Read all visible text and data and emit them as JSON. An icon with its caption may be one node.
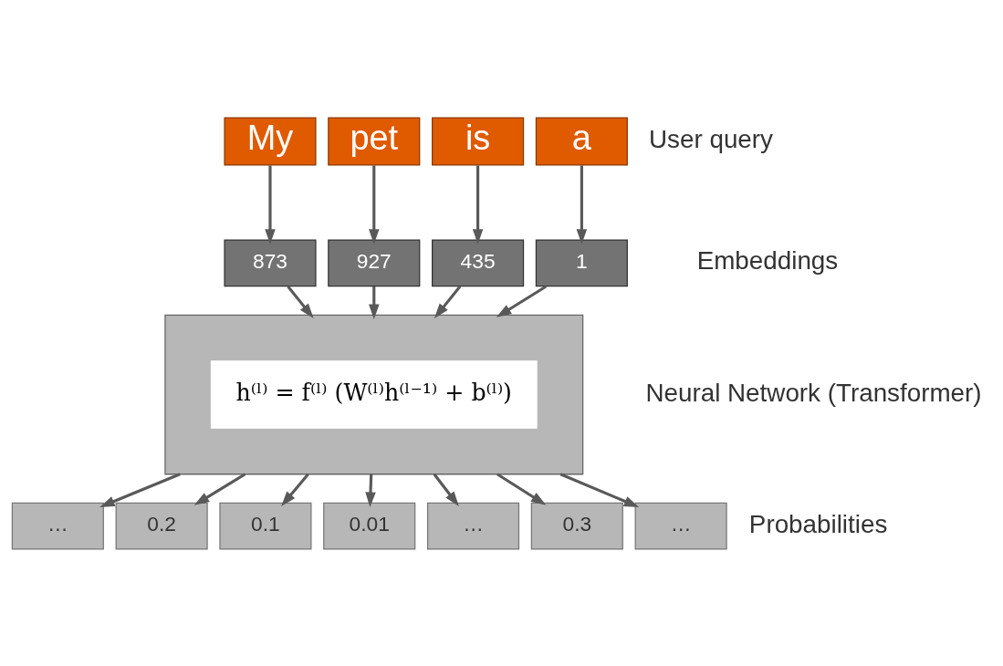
{
  "diagram": {
    "nodes": [
      {
        "text": [
          "My"
        ]
      },
      {
        "text": [
          "pet"
        ]
      },
      {
        "text": [
          "is"
        ]
      },
      {
        "text": [
          "a"
        ]
      },
      {
        "text": [
          "873"
        ]
      },
      {
        "text": [
          "927"
        ]
      },
      {
        "text": [
          "435"
        ]
      },
      {
        "text": [
          "1"
        ]
      },
      {
        "text": [],
        "shape": "box"
      },
      {
        "text": [
          "h⁽ˡ⁾ = f⁽ˡ⁾ (W⁽ˡ⁾h⁽ˡ⁻¹⁾ + b⁽ˡ⁾)"
        ],
        "in": 8
      },
      {
        "text": [
          "…"
        ]
      },
      {
        "text": [
          "0.2"
        ]
      },
      {
        "text": [
          "0.1"
        ]
      },
      {
        "text": [
          "0.01"
        ]
      },
      {
        "text": [
          "…"
        ]
      },
      {
        "text": [
          "0.3"
        ]
      },
      {
        "text": [
          "…"
        ]
      }
    ],
    "edges": [
      {
        "from": 0,
        "to": 4,
        "arrow": "to"
      },
      {
        "from": 1,
        "to": 5,
        "arrow": "to"
      },
      {
        "from": 2,
        "to": 6,
        "arrow": "to"
      },
      {
        "from": 3,
        "to": 7,
        "arrow": "to"
      },
      {
        "from": 4,
        "to": 8,
        "arrow": "to"
      },
      {
        "from": 5,
        "to": 8,
        "arrow": "to"
      },
      {
        "from": 6,
        "to": 8,
        "arrow": "to"
      },
      {
        "from": 7,
        "to": 8,
        "arrow": "to"
      },
      {
        "from": 8,
        "to": 10,
        "arrow": "to"
      },
      {
        "from": 8,
        "to": 11,
        "arrow": "to"
      },
      {
        "from": 8,
        "to": 12,
        "arrow": "to"
      },
      {
        "from": 8,
        "to": 13,
        "arrow": "to"
      },
      {
        "from": 8,
        "to": 14,
        "arrow": "to"
      },
      {
        "from": 8,
        "to": 15,
        "arrow": "to"
      },
      {
        "from": 8,
        "to": 16,
        "arrow": "to"
      }
    ],
    "labels": [
      "User query",
      "Embeddings",
      "Neural Network (Transformer)",
      "Probabilities"
    ]
  }
}
